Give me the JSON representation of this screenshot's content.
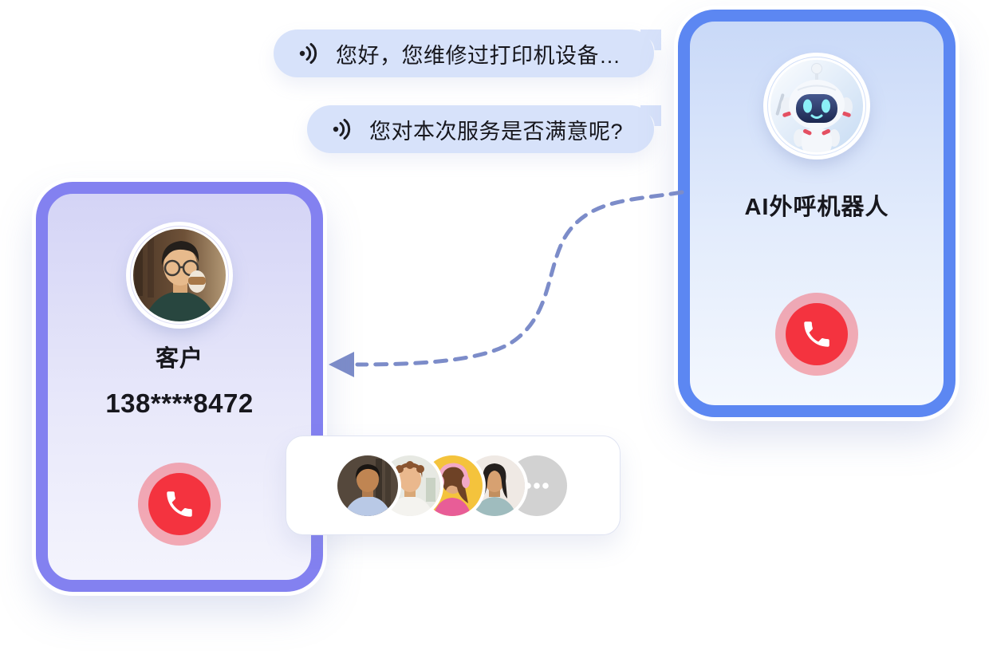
{
  "chat": {
    "messages": [
      {
        "icon": "sound-wave-icon",
        "text": "您好，您维修过打印机设备…"
      },
      {
        "icon": "sound-wave-icon",
        "text": "您对本次服务是否满意呢?"
      }
    ]
  },
  "robot_card": {
    "title": "AI外呼机器人",
    "avatar": "robot-avatar",
    "call_icon": "phone-icon"
  },
  "customer_card": {
    "title": "客户",
    "phone_number": "138****8472",
    "avatar": "customer-avatar",
    "call_icon": "phone-icon"
  },
  "participants": {
    "avatars": [
      "man-blue-shirt",
      "man-white-shirt",
      "woman-pink-headphones",
      "woman-teal-top"
    ],
    "more_icon": "ellipsis-icon"
  },
  "connector": {
    "style": "dashed-arrow",
    "direction": "robot-to-customer"
  },
  "colors": {
    "robot_border": "#5C87F2",
    "customer_border": "#8381F0",
    "bubble": "#D7E2FA",
    "call_red": "#F4333F",
    "call_halo": "#F2A3A8",
    "dash": "#7C8CC9"
  }
}
